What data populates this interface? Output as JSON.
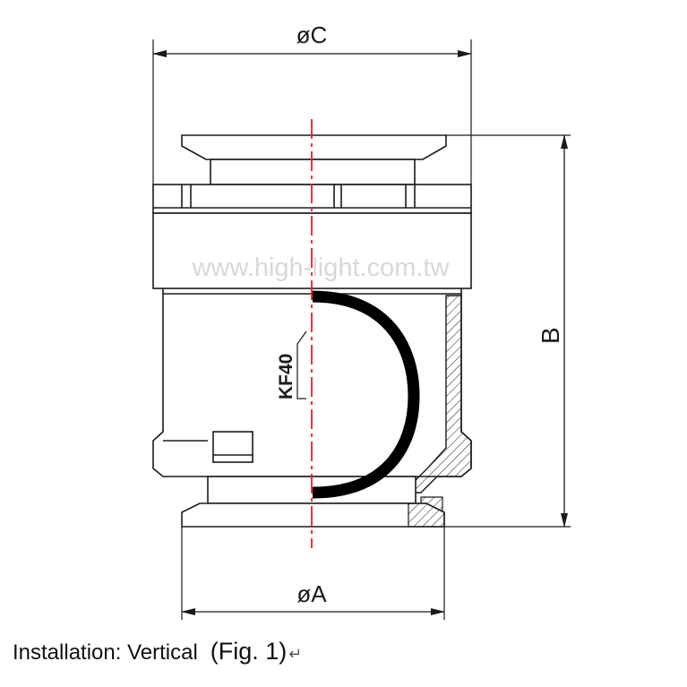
{
  "drawing": {
    "dim_c": "øC",
    "dim_a": "øA",
    "dim_b": "B",
    "model": "KF40",
    "watermark": "www.high-light.com.tw",
    "centerline_color": "#e0202a",
    "line_color": "#1a1a1a",
    "oring_color": "#000000"
  },
  "caption": {
    "text": "Installation: Vertical",
    "figure": "(Fig. 1)",
    "return_mark": "↵"
  }
}
